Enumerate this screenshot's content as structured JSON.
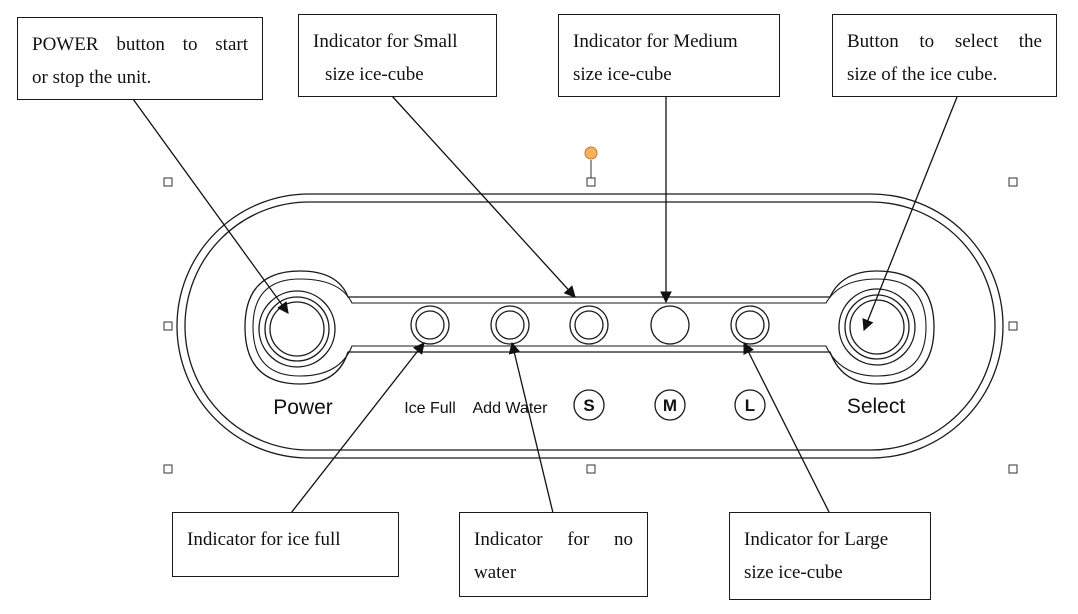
{
  "panel": {
    "power_label": "Power",
    "ice_full_label": "Ice Full",
    "add_water_label": "Add Water",
    "size_s": "S",
    "size_m": "M",
    "size_l": "L",
    "select_label": "Select"
  },
  "callouts": {
    "power": {
      "line1": "POWER button to start",
      "line2": "or stop the unit."
    },
    "small": {
      "line1": "Indicator for Small",
      "line2": "size ice-cube"
    },
    "medium": {
      "line1": "Indicator for Medium",
      "line2": "size ice-cube"
    },
    "select": {
      "line1": "Button to select the",
      "line2": "size of the ice cube."
    },
    "ice_full": {
      "line1": "Indicator for ice full"
    },
    "no_water": {
      "line1": "Indicator for no",
      "line2": "water"
    },
    "large": {
      "line1": "Indicator for Large",
      "line2": "size ice-cube"
    }
  },
  "colors": {
    "stroke": "#1a1a1a",
    "handle": "#f0a040"
  }
}
